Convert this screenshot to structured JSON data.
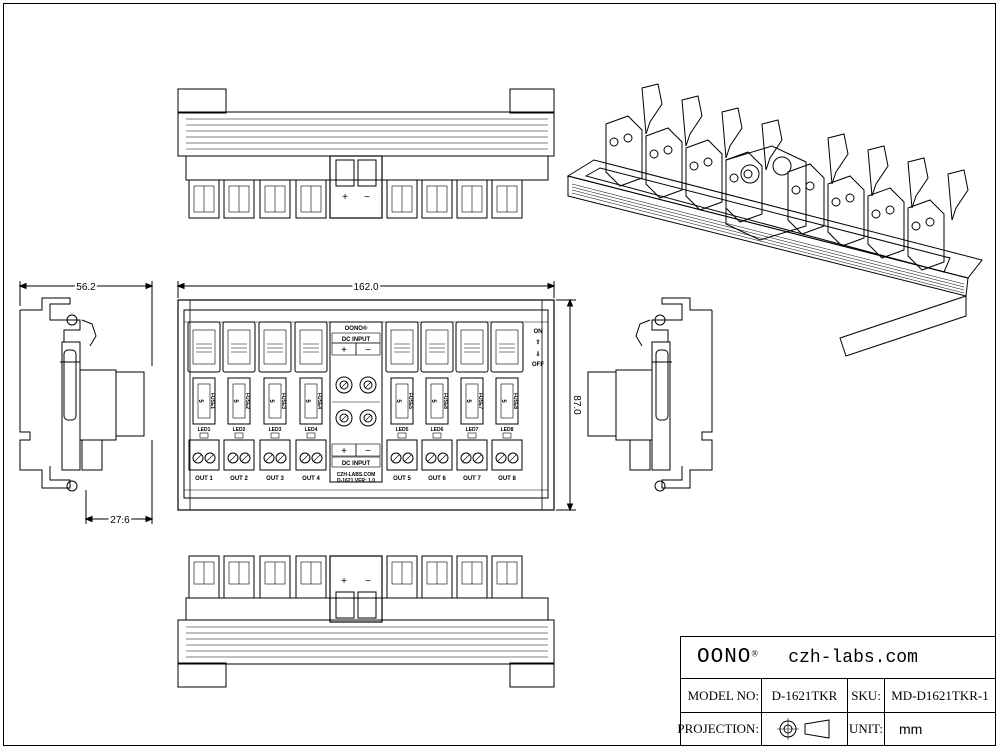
{
  "dimensions": {
    "depth": "56.2",
    "width": "162.0",
    "height": "87.0",
    "rail_offset": "27.6"
  },
  "front_panel": {
    "brand": "OONO®",
    "dc_input_top": "DC INPUT",
    "dc_input_bottom": "DC INPUT",
    "plus": "+",
    "minus": "−",
    "on": "ON",
    "off": "OFF",
    "fuse_value": "5",
    "website": "CZH-LABS.COM",
    "model_ver": "D-1621  VER: 1.0",
    "fuses": [
      "FUSE1",
      "FUSE2",
      "FUSE3",
      "FUSE4",
      "FUSE5",
      "FUSE6",
      "FUSE7",
      "FUSE8"
    ],
    "leds": [
      "LED1",
      "LED2",
      "LED3",
      "LED4",
      "LED5",
      "LED6",
      "LED7",
      "LED8"
    ],
    "outputs": [
      "OUT 1",
      "OUT 2",
      "OUT 3",
      "OUT 4",
      "OUT 5",
      "OUT 6",
      "OUT 7",
      "OUT 8"
    ]
  },
  "title_block": {
    "brand": "OONO",
    "brand_mark": "®",
    "website": "czh-labs.com",
    "model_label": "MODEL NO:",
    "model_value": "D-1621TKR",
    "sku_label": "SKU:",
    "sku_value": "MD-D1621TKR-1",
    "projection_label": "PROJECTION:",
    "unit_label": "UNIT:",
    "unit_value": "mm"
  }
}
